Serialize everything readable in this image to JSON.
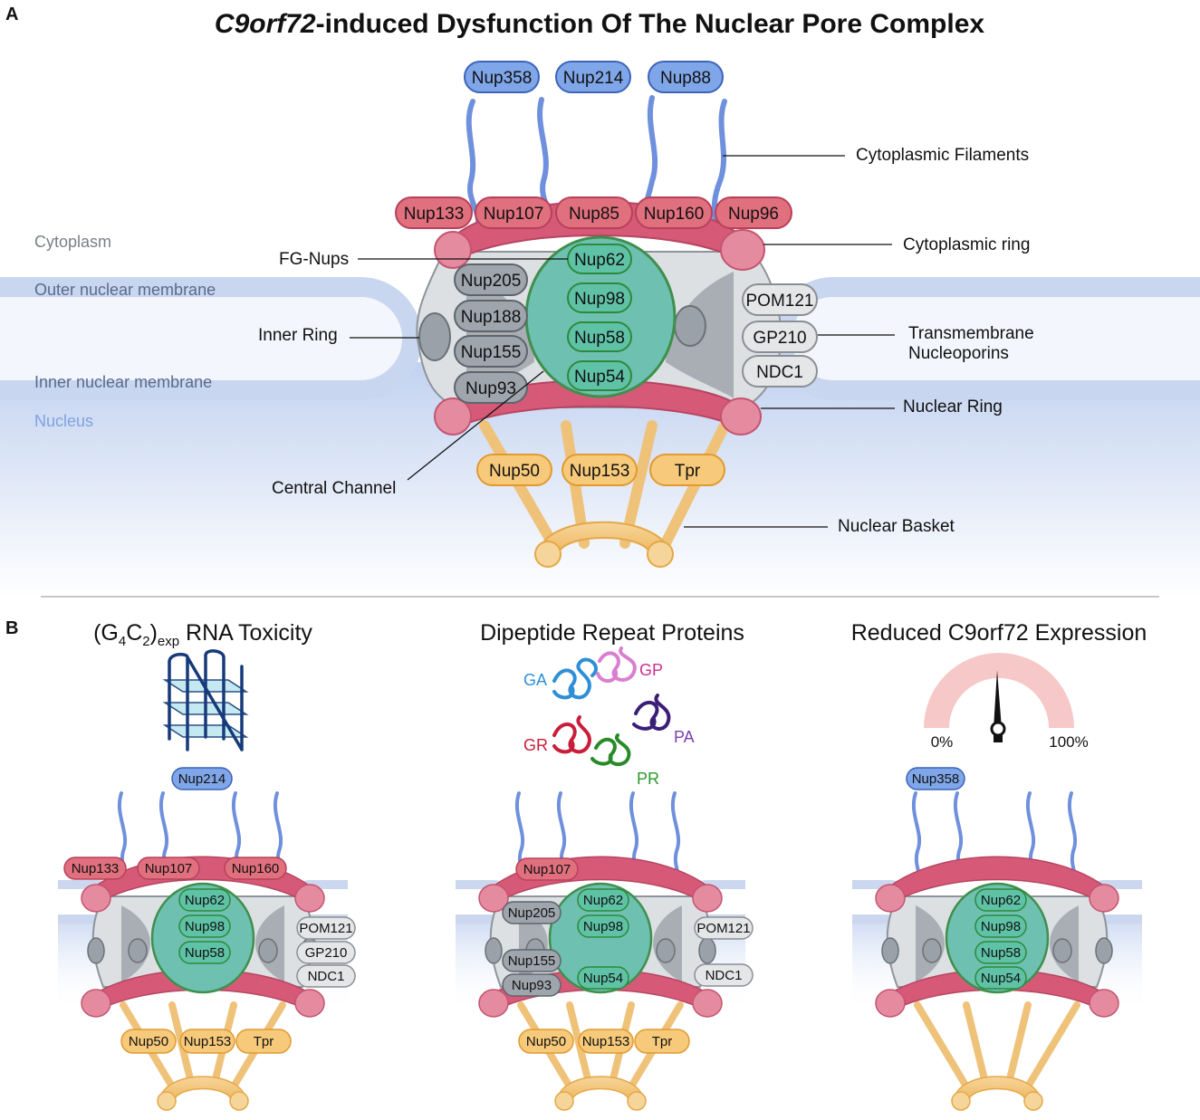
{
  "panels": {
    "a": {
      "letter": "A",
      "title_italic": "C9orf72",
      "title_rest": "-induced Dysfunction Of The Nuclear Pore Complex",
      "regions": [
        "Cytoplasm",
        "Outer nuclear membrane",
        "Inner nuclear membrane",
        "Nucleus"
      ],
      "filament_nups": [
        "Nup358",
        "Nup214",
        "Nup88"
      ],
      "ring_nups": [
        "Nup133",
        "Nup107",
        "Nup85",
        "Nup160",
        "Nup96"
      ],
      "fg_nups": [
        "Nup62",
        "Nup98",
        "Nup58",
        "Nup54"
      ],
      "inner_ring_nups": [
        "Nup205",
        "Nup188",
        "Nup155",
        "Nup93"
      ],
      "transmembrane_nups": [
        "POM121",
        "GP210",
        "NDC1"
      ],
      "basket_nups": [
        "Nup50",
        "Nup153",
        "Tpr"
      ],
      "callouts": {
        "cytoplasmic_filaments": "Cytoplasmic Filaments",
        "cytoplasmic_ring": "Cytoplasmic ring",
        "fg_nups": "FG-Nups",
        "inner_ring": "Inner Ring",
        "transmembrane_1": "Transmembrane",
        "transmembrane_2": "Nucleoporins",
        "nuclear_ring": "Nuclear Ring",
        "central_channel": "Central Channel",
        "nuclear_basket": "Nuclear Basket"
      }
    },
    "b": {
      "letter": "B",
      "rna": {
        "title_prefix": "(G",
        "sub1": "4",
        "mid": "C",
        "sub2": "2",
        ")": ")",
        "sub3": "exp",
        "title_suffix": " RNA Toxicity",
        "filament_nups": [
          "Nup214"
        ],
        "ring_nups": [
          "Nup133",
          "Nup107",
          "Nup160"
        ],
        "fg_nups": [
          "Nup62",
          "Nup98",
          "Nup58"
        ],
        "transmembrane_nups": [
          "POM121",
          "GP210",
          "NDC1"
        ],
        "basket_nups": [
          "Nup50",
          "Nup153",
          "Tpr"
        ]
      },
      "dpr": {
        "title": "Dipeptide Repeat Proteins",
        "dprs": [
          "GA",
          "GP",
          "GR",
          "PA",
          "PR"
        ],
        "ring_nups": [
          "Nup107"
        ],
        "inner_ring_nups": [
          "Nup205",
          "Nup155",
          "Nup93"
        ],
        "fg_nups": [
          "Nup62",
          "Nup98",
          "Nup54"
        ],
        "transmembrane_nups": [
          "POM121",
          "NDC1"
        ],
        "basket_nups": [
          "Nup50",
          "Nup153",
          "Tpr"
        ]
      },
      "reduced": {
        "title": "Reduced C9orf72 Expression",
        "gauge_min": "0%",
        "gauge_max": "100%",
        "filament_nups": [
          "Nup358"
        ],
        "fg_nups": [
          "Nup62",
          "Nup98",
          "Nup58",
          "Nup54"
        ]
      }
    }
  },
  "colors": {
    "blue_pill": "#7fa6e8",
    "pink_pill": "#e0707e",
    "gray_pill": "#c9ccd0",
    "green_pill": "#5fc2a6",
    "orange_pill": "#f7c97a",
    "ring": "#d85a76",
    "channel": "#6ec0b0",
    "scaffold": "#dde0e3",
    "membrane": "#cbd7ee",
    "nucleus": "#c5d4f0"
  }
}
